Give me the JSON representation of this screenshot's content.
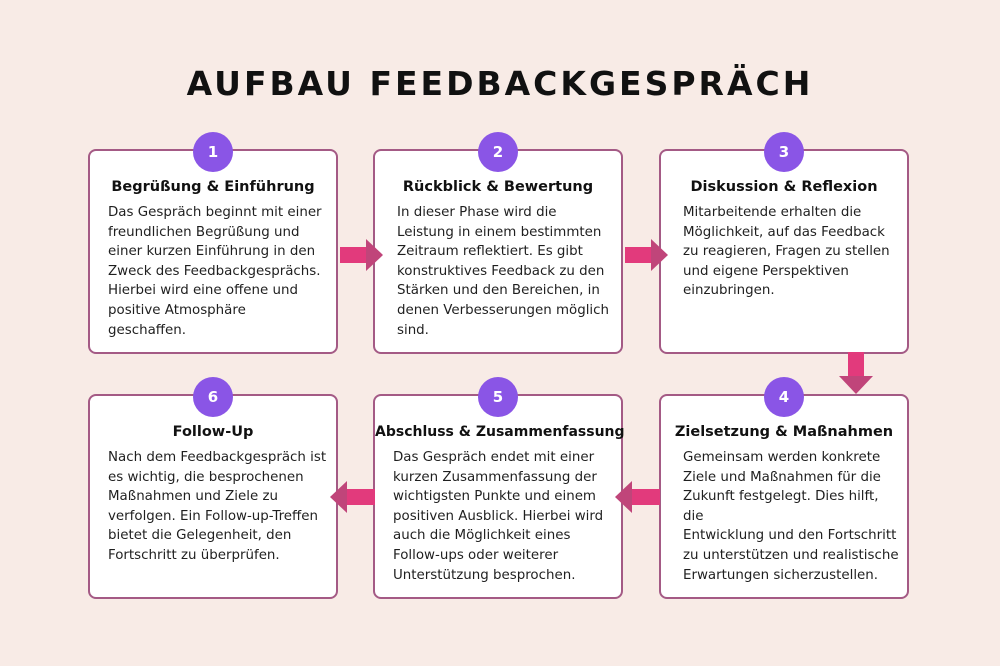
{
  "title": "AUFBAU FEEDBACKGESPRÄCH",
  "colors": {
    "background": "#f8ebe6",
    "card_border": "#a45a85",
    "badge": "#8a55e6",
    "arrow": "#e23a7c"
  },
  "steps": [
    {
      "number": "1",
      "title": "Begrüßung & Einführung",
      "body": "Das Gespräch beginnt mit einer\nfreundlichen Begrüßung und\neiner kurzen Einführung in den\nZweck des Feedbackgesprächs.\nHierbei wird eine offene und\npositive Atmosphäre\ngeschaffen."
    },
    {
      "number": "2",
      "title": "Rückblick & Bewertung",
      "body": "In dieser Phase wird die\nLeistung in einem bestimmten\nZeitraum reflektiert. Es gibt\nkonstruktives Feedback zu den\nStärken und den Bereichen, in\ndenen Verbesserungen möglich\nsind."
    },
    {
      "number": "3",
      "title": "Diskussion & Reflexion",
      "body": "Mitarbeitende erhalten die\nMöglichkeit, auf das Feedback\nzu reagieren, Fragen zu stellen\nund eigene Perspektiven\neinzubringen."
    },
    {
      "number": "4",
      "title": "Zielsetzung & Maßnahmen",
      "body": "Gemeinsam werden konkrete\nZiele und Maßnahmen für die\nZukunft festgelegt. Dies hilft, die\nEntwicklung und den Fortschritt\nzu unterstützen und realistische\nErwartungen sicherzustellen."
    },
    {
      "number": "5",
      "title": "Abschluss & Zusammenfassung",
      "body": "Das Gespräch endet mit einer\nkurzen Zusammenfassung der\nwichtigsten Punkte und einem\npositiven Ausblick. Hierbei wird\nauch die Möglichkeit eines\nFollow-ups oder weiterer\nUnterstützung besprochen."
    },
    {
      "number": "6",
      "title": "Follow-Up",
      "body": "Nach dem Feedbackgespräch ist\nes wichtig, die besprochenen\nMaßnahmen und Ziele zu\nverfolgen. Ein Follow-up-Treffen\nbietet die Gelegenheit, den\nFortschritt zu überprüfen."
    }
  ]
}
